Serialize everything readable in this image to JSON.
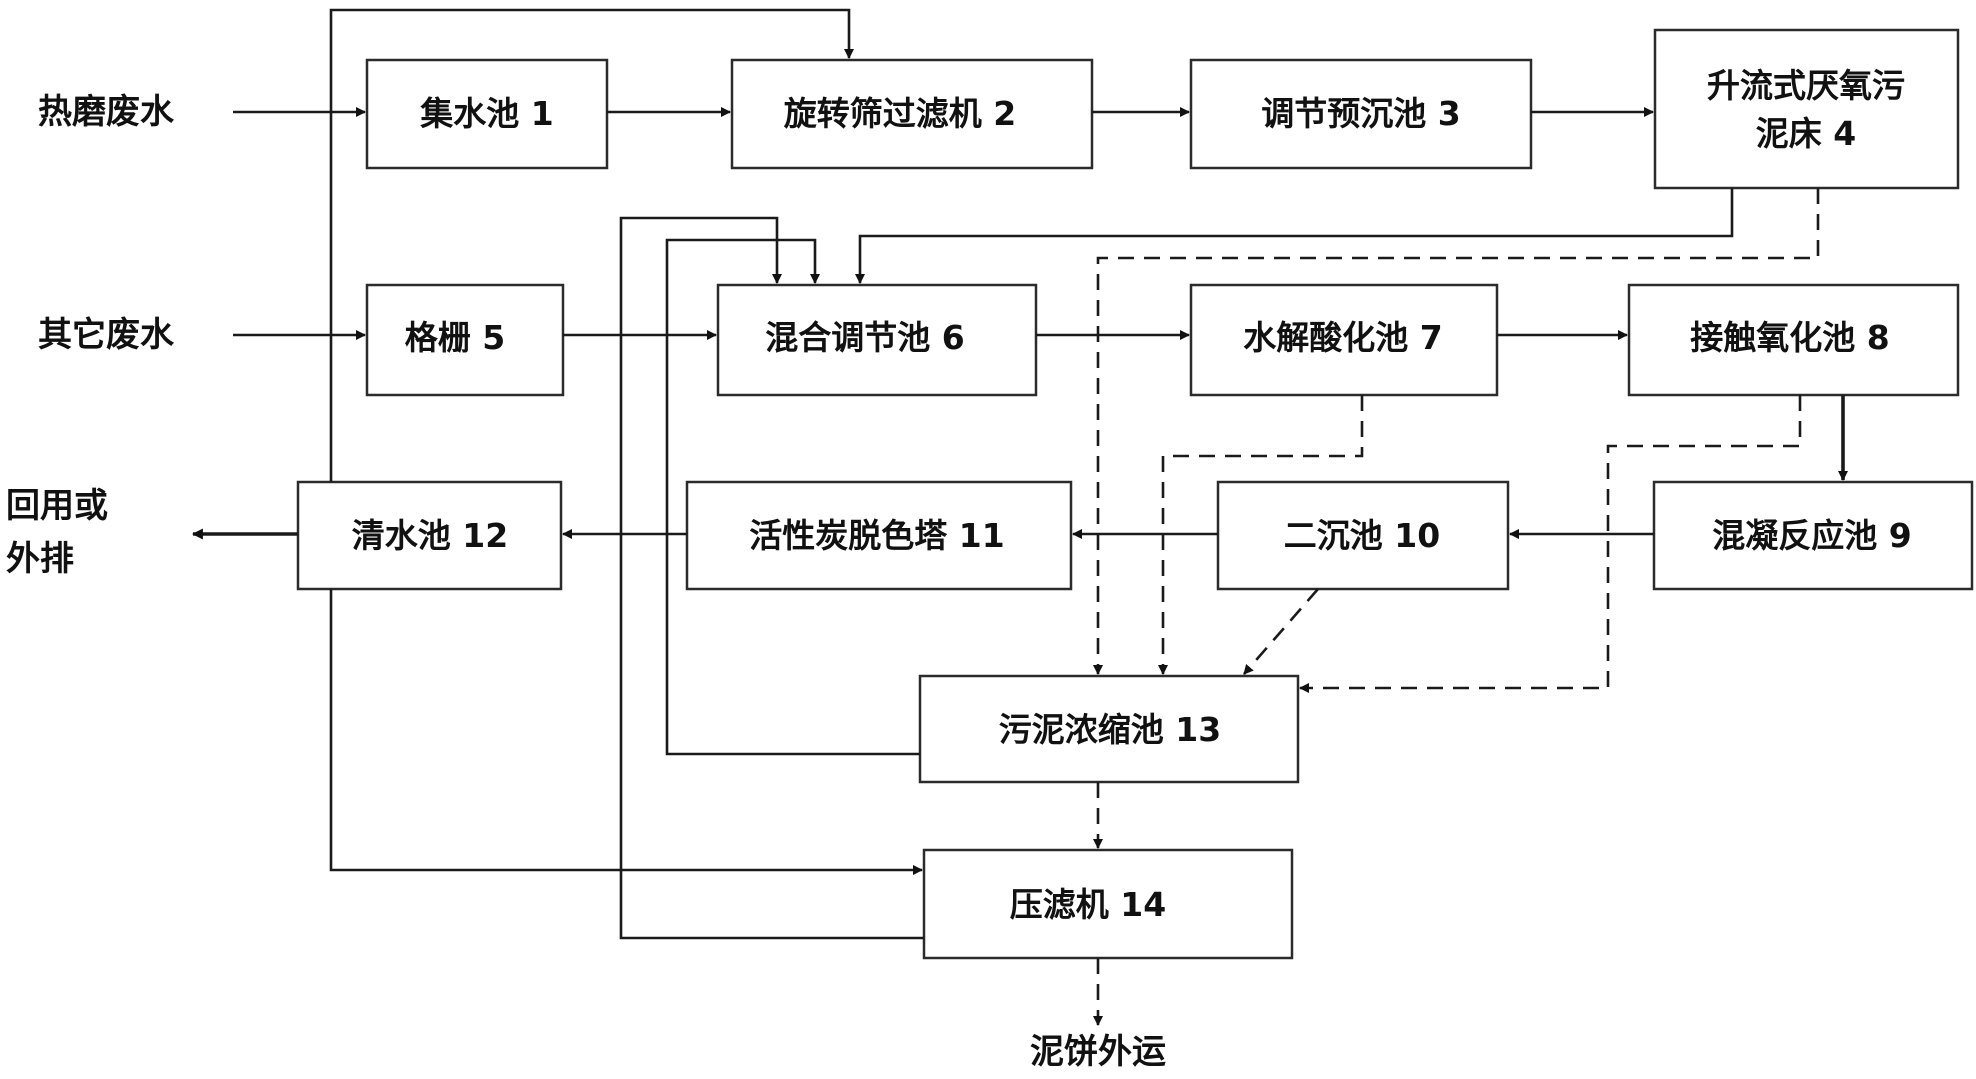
{
  "inputs": {
    "thermo_wastewater": "热磨废水",
    "other_wastewater": "其它废水"
  },
  "outputs": {
    "reuse_line1": "回用或",
    "reuse_line2": "外排",
    "sludge_cake": "泥饼外运"
  },
  "units": {
    "u1": "集水池 1",
    "u2": "旋转筛过滤机 2",
    "u3": "调节预沉池 3",
    "u4_line1": "升流式厌氧污",
    "u4_line2": "泥床 4",
    "u5": "格栅 5",
    "u6": "混合调节池 6",
    "u7": "水解酸化池 7",
    "u8": "接触氧化池 8",
    "u9": "混凝反应池 9",
    "u10": "二沉池 10",
    "u11": "活性炭脱色塔 11",
    "u12": "清水池 12",
    "u13": "污泥浓缩池 13",
    "u14": "压滤机 14"
  }
}
